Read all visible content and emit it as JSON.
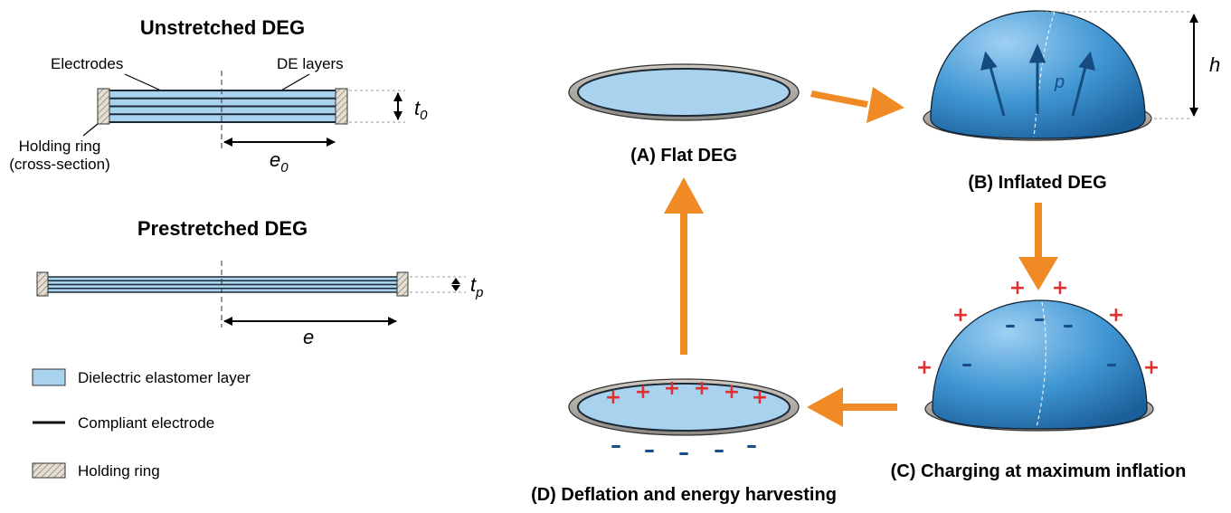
{
  "left_panel": {
    "unstretched": {
      "title": "Unstretched DEG",
      "electrodes_label": "Electrodes",
      "de_layers_label": "DE layers",
      "holding_ring_label": "Holding ring",
      "cross_section_label": "(cross-section)",
      "thickness": {
        "symbol": "t",
        "subscript": "0"
      },
      "radius": {
        "symbol": "e",
        "subscript": "0"
      }
    },
    "prestretched": {
      "title": "Prestretched DEG",
      "thickness": {
        "symbol": "t",
        "subscript": "p"
      },
      "radius": {
        "symbol": "e"
      }
    },
    "legend": [
      {
        "name": "dielectric-layer",
        "label": "Dielectric elastomer layer"
      },
      {
        "name": "compliant-electrode",
        "label": "Compliant electrode"
      },
      {
        "name": "holding-ring",
        "label": "Holding ring"
      }
    ]
  },
  "cycle": {
    "stage_a": {
      "label": "(A) Flat DEG"
    },
    "stage_b": {
      "label": "(B) Inflated DEG",
      "pressure_symbol": "p",
      "height_symbol": "h"
    },
    "stage_c": {
      "label": "(C) Charging at maximum inflation"
    },
    "stage_d": {
      "label": "(D) Deflation and energy harvesting"
    },
    "charge_plus": "+",
    "charge_minus": "–"
  },
  "colors": {
    "dielectric_fill": "#a9d2ef",
    "dome_blue": "#2f86c6",
    "ring_gray": "#b3aea7",
    "arrow_orange": "#f08a24",
    "plus_red": "#e03030",
    "minus_blue": "#1a4e8a"
  }
}
